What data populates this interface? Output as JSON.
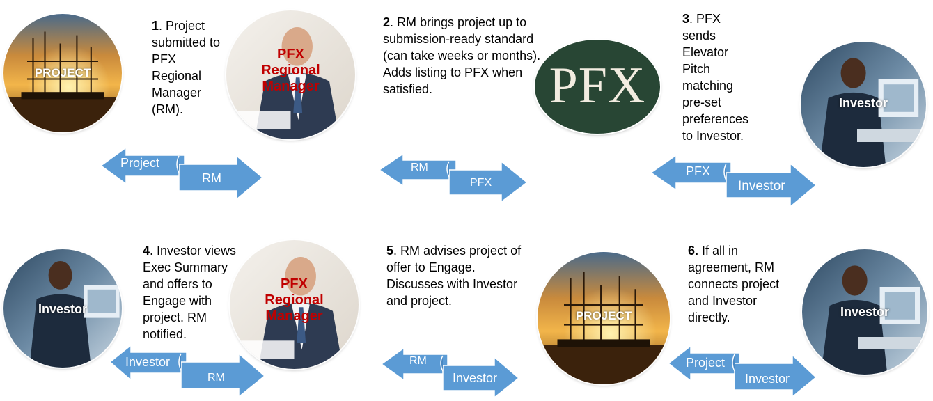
{
  "nodes": {
    "project_label": "PROJECT",
    "rm_label_lines": [
      "PFX",
      "Regional",
      "Manager"
    ],
    "investor_label": "Investor",
    "pfx_logo_text": "PFX"
  },
  "steps": [
    {
      "num": "1",
      "text": ". Project submitted to PFX Regional Manager (RM)."
    },
    {
      "num": "2",
      "text": ". RM brings project up to submission-ready standard (can take weeks or months). Adds listing to PFX when satisfied."
    },
    {
      "num": "3",
      "text": ". PFX sends Elevator Pitch matching pre-set preferences to Investor."
    },
    {
      "num": "4",
      "text": ". Investor views Exec Summary and offers to Engage with project. RM notified."
    },
    {
      "num": "5",
      "text": ". RM advises project of offer to Engage.  Discusses with Investor and project."
    },
    {
      "num": "6.",
      "text": " If all in agreement, RM connects project and Investor directly."
    }
  ],
  "arrows": [
    {
      "from": "Project",
      "to": "RM"
    },
    {
      "from": "RM",
      "to": "PFX"
    },
    {
      "from": "PFX",
      "to": "Investor"
    },
    {
      "from": "Investor",
      "to": "RM"
    },
    {
      "from": "RM",
      "to": "Investor"
    },
    {
      "from": "Project",
      "to": "Investor"
    }
  ],
  "colors": {
    "arrow_fill": "#5b9bd5",
    "rm_label": "#c00000",
    "pfx_oval": "#284634",
    "pfx_text": "#f2ece0"
  }
}
